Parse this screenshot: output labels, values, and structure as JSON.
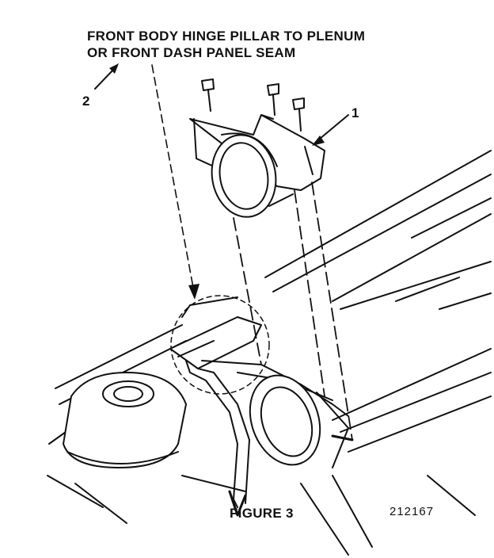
{
  "caption": {
    "line1": "FRONT BODY HINGE PILLAR TO PLENUM",
    "line2": "OR FRONT DASH PANEL SEAM"
  },
  "callouts": {
    "one": "1",
    "two": "2"
  },
  "figure": {
    "label": "FIGURE 3",
    "number": "212167"
  }
}
